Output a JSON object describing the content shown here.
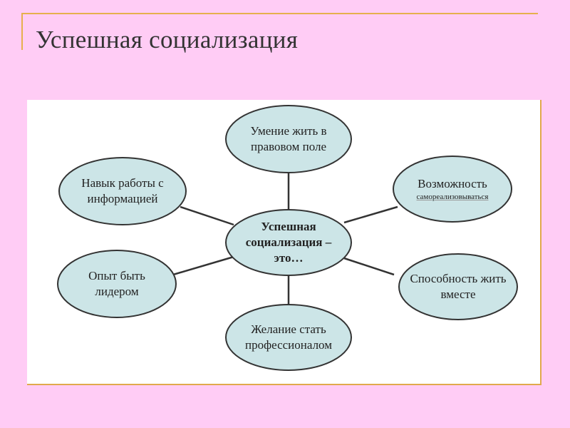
{
  "slide": {
    "title": "Успешная социализация"
  },
  "diagram": {
    "center": {
      "label": "Успешная социализация – это…"
    },
    "nodes": [
      {
        "id": "top",
        "label": "Умение жить в правовом поле"
      },
      {
        "id": "top-right",
        "label_main": "Возможность",
        "label_small": "самореализовываться"
      },
      {
        "id": "bottom-right",
        "label": "Способность жить вместе"
      },
      {
        "id": "bottom",
        "label": "Желание стать профессионалом"
      },
      {
        "id": "bottom-left",
        "label": "Опыт быть лидером"
      },
      {
        "id": "top-left",
        "label": "Навык работы с информацией"
      }
    ],
    "colors": {
      "node_fill": "#cce5e7",
      "node_stroke": "#333333",
      "connector": "#333333",
      "background": "#ffccf5",
      "accent_rule": "#e6b04d"
    }
  }
}
